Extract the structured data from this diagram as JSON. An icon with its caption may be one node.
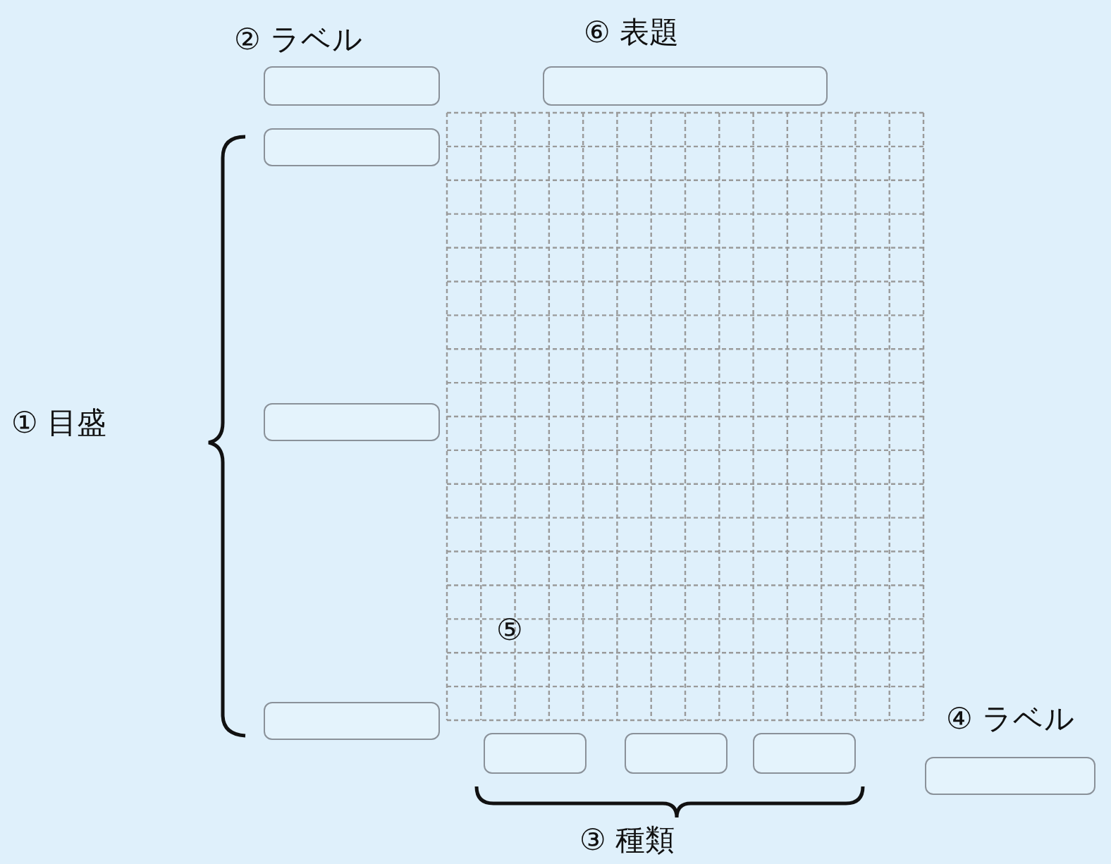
{
  "diagram": {
    "nodes": [
      {
        "text": [],
        "shape": "box",
        "beside": [
          "② ラベル"
        ]
      },
      {
        "text": [],
        "shape": "box",
        "beside": [
          "⑥ 表題"
        ]
      },
      {
        "text": [],
        "shape": "box"
      },
      {
        "text": [],
        "shape": "box"
      },
      {
        "text": [],
        "shape": "box"
      },
      {
        "text": [],
        "shape": "box"
      },
      {
        "text": [],
        "shape": "box"
      },
      {
        "text": [],
        "shape": "box"
      },
      {
        "text": [],
        "shape": "box",
        "beside": [
          "④ ラベル"
        ]
      }
    ],
    "edges": [],
    "labels": [
      "① 目盛",
      "⑤",
      "③ 種類"
    ]
  }
}
